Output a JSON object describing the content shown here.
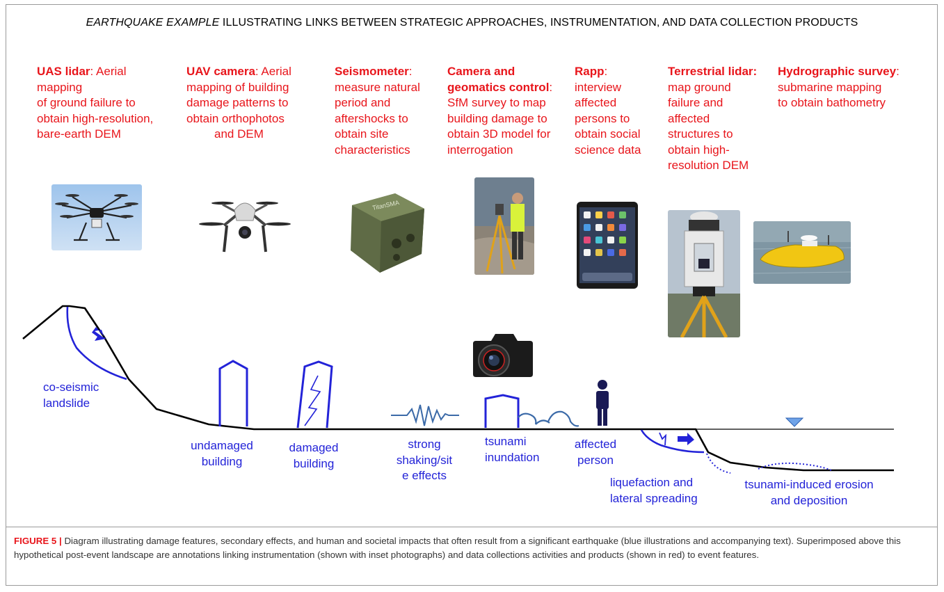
{
  "title": {
    "italic": "EARTHQUAKE EXAMPLE",
    "rest": " ILLUSTRATING LINKS BETWEEN STRATEGIC APPROACHES, INSTRUMENTATION, AND DATA COLLECTION PRODUCTS"
  },
  "methods": [
    {
      "bold": "UAS lidar",
      "lines": [
        ": Aerial",
        "mapping",
        "of ground failure to",
        "obtain high-resolution,",
        "bare-earth DEM"
      ]
    },
    {
      "bold": "UAV camera",
      "lines": [
        ": Aerial",
        "mapping of building",
        "damage patterns to",
        "obtain orthophotos",
        "and DEM"
      ]
    },
    {
      "bold": "Seismometer",
      "lines": [
        ":",
        "measure natural",
        "period and",
        "aftershocks to",
        "obtain site",
        "characteristics"
      ]
    },
    {
      "bold": "Camera and",
      "lines": [
        "",
        "geomatics control:",
        "SfM survey to map",
        "building damage to",
        "obtain 3D model for",
        "interrogation"
      ]
    },
    {
      "bold": "Rapp",
      "lines": [
        ":",
        "interview",
        "affected",
        "persons to",
        "obtain social",
        "science data"
      ]
    },
    {
      "bold": "Terrestrial lidar:",
      "lines": [
        "",
        "map ground",
        "failure and",
        "affected",
        "structures to",
        "obtain high-",
        "resolution DEM"
      ]
    },
    {
      "bold": "Hydrographic survey",
      "lines": [
        ":",
        "submarine mapping",
        "to obtain bathometry"
      ]
    }
  ],
  "photos": [
    {
      "name": "octocopter-drone-photo",
      "icon": "octocopter-icon"
    },
    {
      "name": "quadcopter-drone-photo",
      "icon": "quadcopter-icon"
    },
    {
      "name": "seismometer-photo",
      "icon": "seismometer-icon",
      "brand": "TitanSMA"
    },
    {
      "name": "surveyor-tripod-photo",
      "icon": "surveyor-icon"
    },
    {
      "name": "dslr-camera-photo",
      "icon": "camera-icon"
    },
    {
      "name": "tablet-photo",
      "icon": "tablet-icon"
    },
    {
      "name": "terrestrial-lidar-photo",
      "icon": "lidar-scanner-icon"
    },
    {
      "name": "hydrographic-boat-photo",
      "icon": "survey-boat-icon"
    }
  ],
  "features": [
    {
      "lines": [
        "co-seismic",
        "landslide"
      ]
    },
    {
      "lines": [
        "undamaged",
        "building"
      ]
    },
    {
      "lines": [
        "damaged",
        "building"
      ]
    },
    {
      "lines": [
        "strong",
        "shaking/sit",
        "e effects"
      ]
    },
    {
      "lines": [
        "tsunami",
        "inundation"
      ]
    },
    {
      "lines": [
        "affected",
        "person"
      ]
    },
    {
      "lines": [
        "liquefaction and",
        "lateral spreading"
      ]
    },
    {
      "lines": [
        "tsunami-induced erosion",
        "and deposition"
      ]
    }
  ],
  "caption": {
    "label": "FIGURE 5 |",
    "text": " Diagram illustrating damage features, secondary effects, and human and societal impacts that often result from a significant earthquake (blue illustrations and accompanying text). Superimposed above this hypothetical post-event landscape are annotations linking instrumentation (shown with inset photographs) and data collections activities and products (shown in red) to event features."
  },
  "colors": {
    "method_text": "#e8151b",
    "feature_blue": "#2323d8",
    "ground": "#000000"
  }
}
